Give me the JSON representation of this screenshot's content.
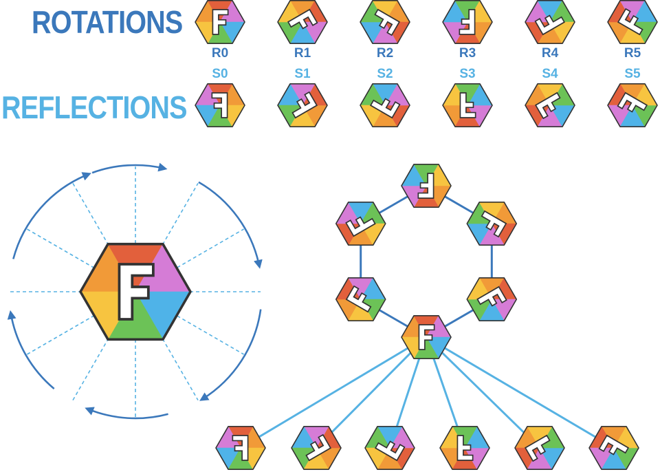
{
  "titles": {
    "rotations": "ROTATIONS",
    "reflections": "REFLECTIONS"
  },
  "letter": "F",
  "rotation_labels": [
    "R0",
    "R1",
    "R2",
    "R3",
    "R4",
    "R5"
  ],
  "reflection_labels": [
    "S0",
    "S1",
    "S2",
    "S3",
    "S4",
    "S5"
  ],
  "colors": {
    "rotations_blue": "#3b78bb",
    "reflections_blue": "#56b2e3",
    "arrow_blue": "#3b78bb",
    "axis_dash_blue": "#56b2e3",
    "cycle_edge_blue": "#3b78bb",
    "reflection_edge_blue": "#56b2e3",
    "hex_outline": "#333333",
    "letter_outline": "#333333",
    "letter_fill": "#ffffff",
    "sector_colors": [
      "#f19a38",
      "#e2603c",
      "#d57cd6",
      "#4fb3e8",
      "#6cc257",
      "#f7c440"
    ]
  },
  "group": {
    "order": 6,
    "rotation_step_degrees": 60
  }
}
